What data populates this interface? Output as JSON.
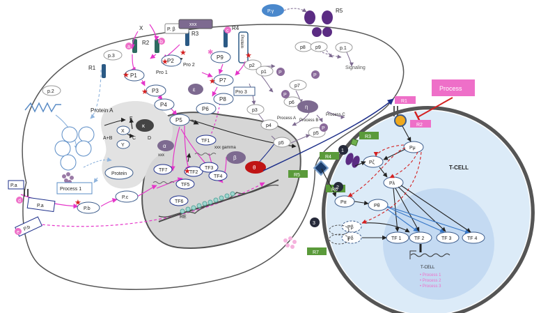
{
  "colors": {
    "magenta": "#e535c9",
    "navy": "#1d2f8a",
    "purple": "#5b2c83",
    "mauve": "#8a6a9a",
    "green": "#5a9a3a",
    "pink": "#ee6fc8",
    "red": "#d42020",
    "blue_arrow": "#3878c8",
    "tcell_fill": "#dcebf8",
    "tcell_inner": "#c4daf2",
    "nucleus": "#d6d6d6",
    "node_stroke": "#3a5a8a"
  },
  "cell": {
    "protein_a": "Protein A",
    "protein": "Protein",
    "process_1": "Process 1",
    "receptors": {
      "r1": "R1",
      "r2": "R2",
      "r3": "R3",
      "r4": "R4",
      "r5": "R5"
    },
    "ligand_x": "X",
    "badge_a": "a",
    "badge_b": "b",
    "badge_c": "c",
    "badge_d": "d",
    "badge_e": "e",
    "p_beta_box": "P. β",
    "xxx_box": "xxx",
    "protein_vertical": "Protein",
    "p_gamma": "P.γ",
    "signaling": "Signaling",
    "p3": "p.3",
    "p2": "p.2",
    "p8": "p8",
    "p9_small": "p9",
    "p1_small": "p.1",
    "pro1": "Pro 1",
    "pro2": "Pro 2",
    "pro3": "Pro 3",
    "nodes": {
      "P1": "P1",
      "P2": "P2",
      "P3": "P3",
      "P4": "P4",
      "P5": "P5",
      "P6": "P6",
      "P7": "P7",
      "P8": "P8",
      "P9": "P9"
    },
    "lower_nodes": {
      "p1": "p1",
      "p2": "p2",
      "p3": "p3",
      "p4": "p4",
      "p5": "p5",
      "p6": "p6",
      "p7": "p7"
    },
    "greek": {
      "epsilon": "ε",
      "kappa": "κ",
      "alpha": "α",
      "beta": "β",
      "theta": "θ",
      "eta": "η"
    },
    "p_badge": "P",
    "abcde": {
      "x": "X",
      "y": "Y",
      "ab": "A+B",
      "c": "C",
      "d": "D",
      "e": "E"
    },
    "processes_right": {
      "a": "Process A",
      "b": "Process B",
      "c": "Process C"
    },
    "tf": {
      "tf1": "TF1",
      "tf2": "TF2",
      "tf3": "TF3",
      "tf4": "TF4",
      "tf5": "TF5",
      "tf6": "TF6",
      "tf7": "TF7"
    },
    "xxx": "xxx",
    "xxx_gamma": "xxx\ngamma",
    "re": "RE",
    "pa_outside": "P.a",
    "pa_inside": "P.a",
    "pb_outside": "P.b",
    "pb_node": "P.b",
    "pc_node": "P.c"
  },
  "tcell": {
    "title": "T-CELL",
    "process_box": "Process",
    "labels": {
      "r1": "R1",
      "r2": "R2",
      "r3": "R3",
      "r4": "R4",
      "r5": "R5",
      "r6": "R6",
      "r7": "R7"
    },
    "numbers": {
      "n1": "1",
      "n2": "2",
      "n3": "3"
    },
    "nodes": {
      "pmu": "Pμ",
      "pzeta": "Pζ",
      "plambda": "Pλ",
      "palpha": "Pα",
      "ptheta": "Pθ",
      "pbeta": "Pβ",
      "pdelta": "Pδ"
    },
    "tfs": {
      "tf1": "TF 1",
      "tf2": "TF 2",
      "tf3": "TF 3",
      "tf4": "TF 4"
    },
    "nucleus_title": "T-CELL",
    "processes": [
      "• Process 1",
      "• Process 2",
      "• Process 3"
    ]
  }
}
